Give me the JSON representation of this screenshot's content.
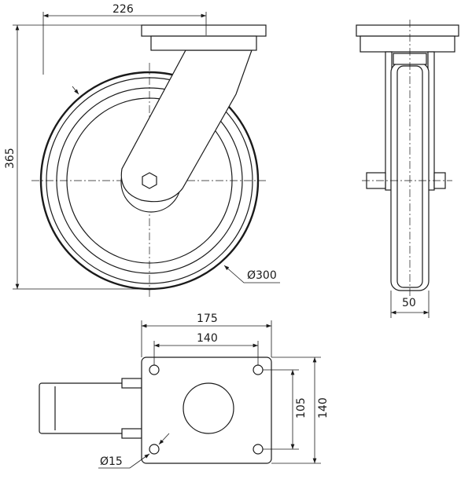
{
  "drawing": {
    "front_view": {
      "width_offset": "226",
      "height": "365",
      "wheel_diameter": "Ø300"
    },
    "side_view": {
      "wheel_width": "50"
    },
    "plate_view": {
      "plate_width": "175",
      "hole_spacing_x": "140",
      "hole_spacing_y": "105",
      "plate_length": "140",
      "hole_diameter": "Ø15"
    }
  }
}
